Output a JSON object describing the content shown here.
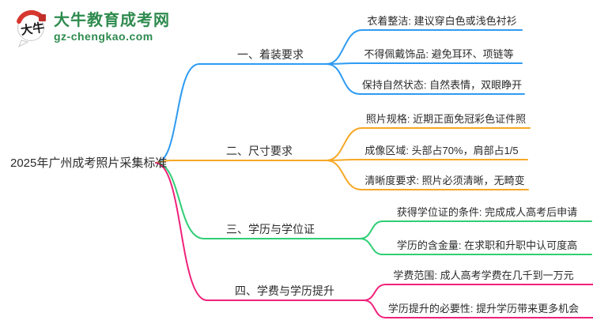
{
  "brand": {
    "site_name": "大牛教育成考网",
    "site_url": "gz-chengkao.com",
    "logo_characters": "大牛"
  },
  "colors": {
    "branch1": "#2E9BF2",
    "branch2": "#F7A825",
    "branch3": "#2FCE74",
    "branch4": "#F0217B",
    "brand_green": "#2E8B4E",
    "logo_red": "#D6372F",
    "seal_red": "#C03028",
    "text": "#2B2B2B"
  },
  "mindmap": {
    "root": {
      "label": "2025年广州成考照片采集标准"
    },
    "branches": [
      {
        "label": "一、着装要求",
        "color": "#2E9BF2",
        "children": [
          "衣着整洁: 建议穿白色或浅色衬衫",
          "不得佩戴饰品: 避免耳环、项链等",
          "保持自然状态: 自然表情，双眼睁开"
        ]
      },
      {
        "label": "二、尺寸要求",
        "color": "#F7A825",
        "children": [
          "照片规格: 近期正面免冠彩色证件照",
          "成像区域: 头部占70%，肩部占1/5",
          "清晰度要求: 照片必须清晰，无畸变"
        ]
      },
      {
        "label": "三、学历与学位证",
        "color": "#2FCE74",
        "children": [
          "获得学位证的条件: 完成成人高考后申请",
          "学历的含金量: 在求职和升职中认可度高"
        ]
      },
      {
        "label": "四、学费与学历提升",
        "color": "#F0217B",
        "children": [
          "学费范围: 成人高考学费在几千到一万元",
          "学历提升的必要性: 提升学历带来更多机会"
        ]
      }
    ]
  }
}
